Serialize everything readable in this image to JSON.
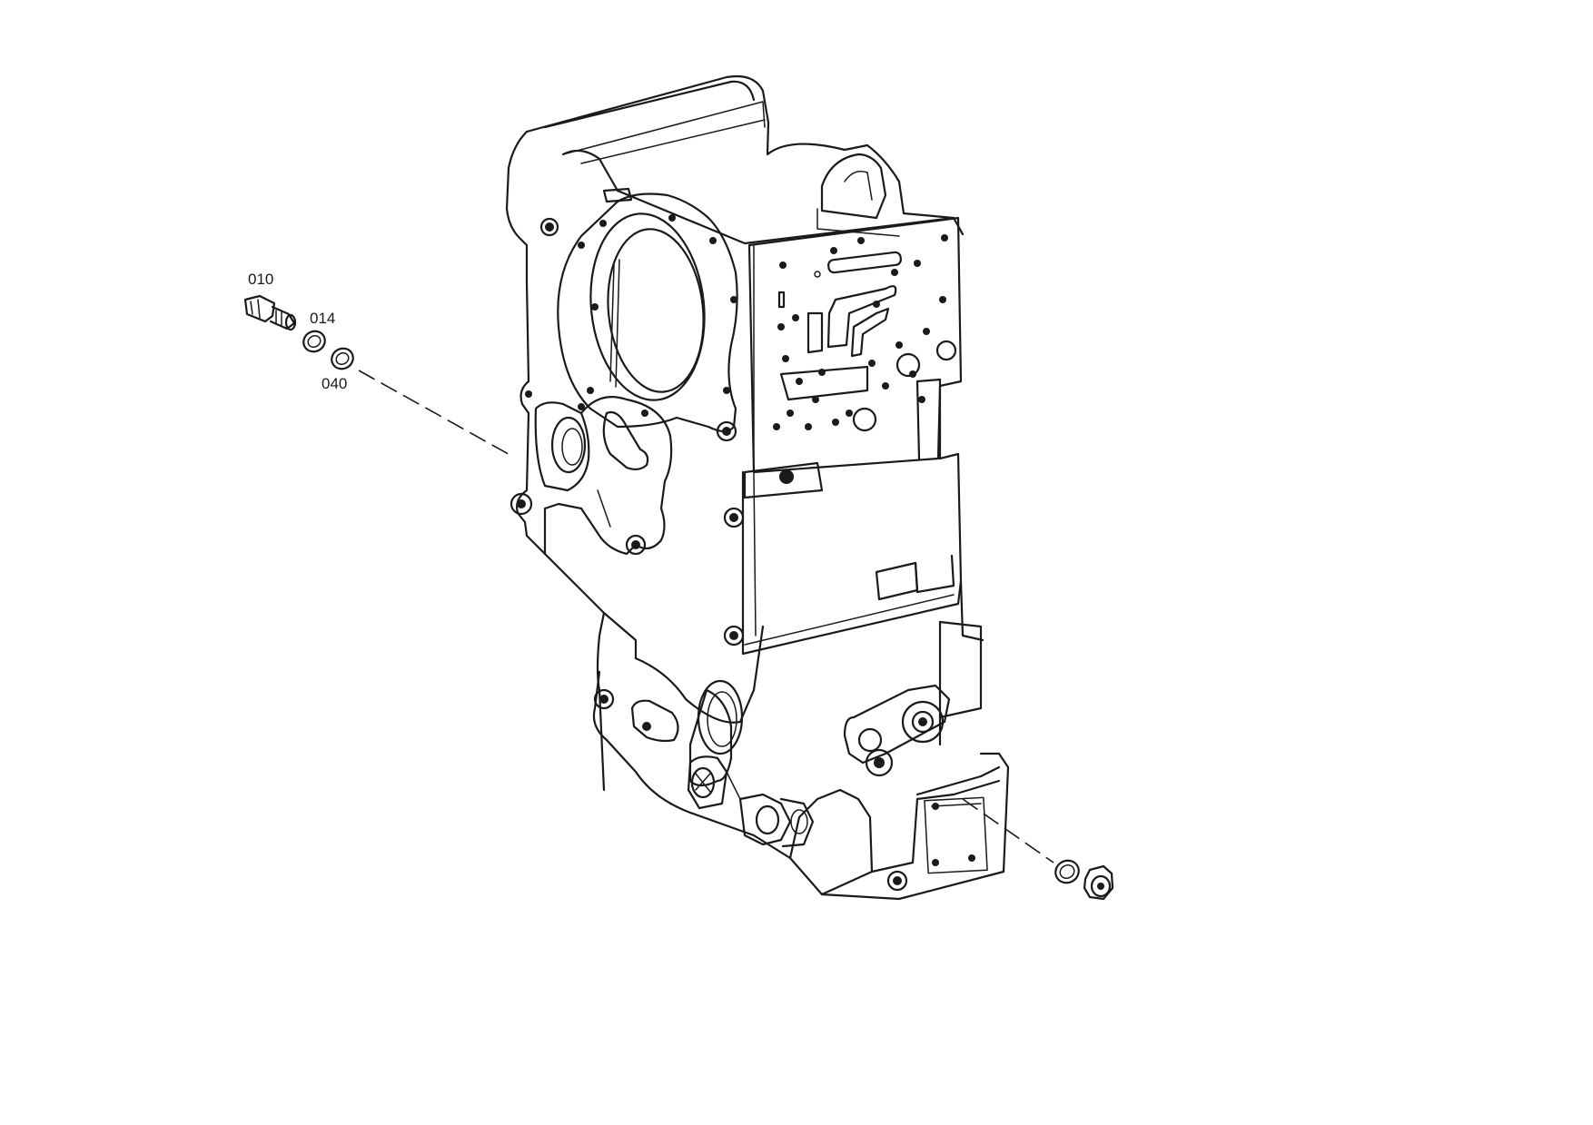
{
  "drawing": {
    "callouts": [
      {
        "id": "010",
        "label": "010"
      },
      {
        "id": "014",
        "label": "014"
      },
      {
        "id": "040",
        "label": "040"
      }
    ]
  }
}
